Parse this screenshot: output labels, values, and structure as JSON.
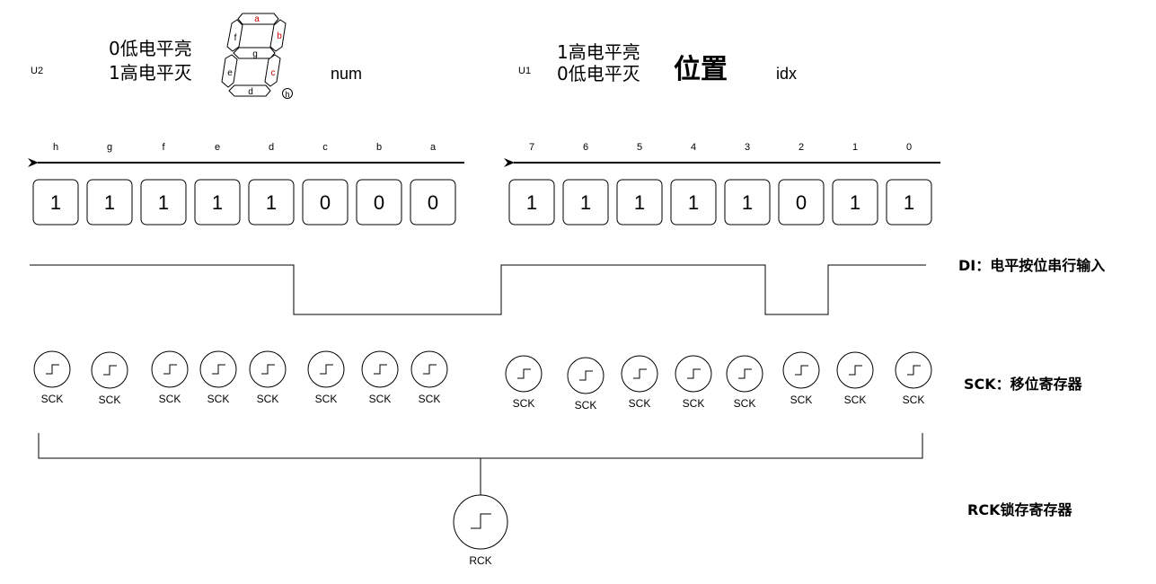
{
  "header": {
    "u2_label": "U2",
    "u2_mode_line1": "0低电平亮",
    "u2_mode_line2": "1高电平灭",
    "num_label": "num",
    "u1_label": "U1",
    "u1_mode_line1": "1高电平亮",
    "u1_mode_line2": "0低电平灭",
    "position_title": "位置",
    "idx_label": "idx"
  },
  "segment_display": {
    "segments": [
      "a",
      "b",
      "c",
      "d",
      "e",
      "f",
      "g"
    ],
    "dp": "h",
    "highlight_color": "#cc0000",
    "highlighted_segments": [
      "a",
      "b",
      "c"
    ]
  },
  "num_register": {
    "bit_names": [
      "h",
      "g",
      "f",
      "e",
      "d",
      "c",
      "b",
      "a"
    ],
    "bits": [
      "1",
      "1",
      "1",
      "1",
      "1",
      "0",
      "0",
      "0"
    ]
  },
  "idx_register": {
    "bit_names": [
      "7",
      "6",
      "5",
      "4",
      "3",
      "2",
      "1",
      "0"
    ],
    "bits": [
      "1",
      "1",
      "1",
      "1",
      "1",
      "0",
      "1",
      "1"
    ]
  },
  "di_signal": {
    "label": "DI：电平按位串行输入",
    "levels": [
      1,
      1,
      1,
      1,
      1,
      0,
      0,
      0,
      1,
      1,
      1,
      1,
      1,
      0,
      1,
      1
    ]
  },
  "sck": {
    "label": "SCK：移位寄存器",
    "clock_label": "SCK",
    "count": 16
  },
  "rck": {
    "label": "RCK锁存寄存器",
    "clock_label": "RCK"
  }
}
